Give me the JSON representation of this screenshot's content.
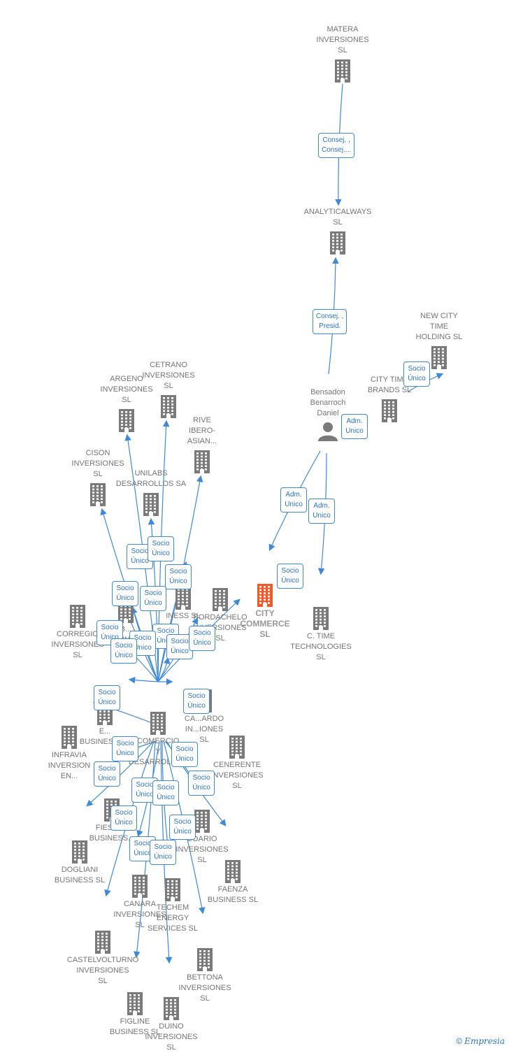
{
  "colors": {
    "edge": "#3f8ad8",
    "building": "#7a7a7a",
    "building_main": "#f05a28",
    "person": "#7a7a7a",
    "badge_border": "#3f8ad8"
  },
  "footer": {
    "copyright_symbol": "©",
    "brand": "Empresia"
  },
  "nodes": [
    {
      "id": "matera",
      "label": "MATERA\nINVERSIONES\nSL",
      "icon": "building-icon"
    },
    {
      "id": "analytical",
      "label": "ANALYTICALWAYS\nSL",
      "icon": "building-icon"
    },
    {
      "id": "newcity",
      "label": "NEW CITY\nTIME\nHOLDING  SL",
      "icon": "building-icon"
    },
    {
      "id": "citytime",
      "label": "CITY TIME\nBRANDS  SL",
      "icon": "building-icon"
    },
    {
      "id": "bensadon",
      "label": "Bensadon\nBenarroch\nDaniel",
      "icon": "person-icon"
    },
    {
      "id": "citycommerce",
      "label": "CITY\nCOMMERCE\nSL",
      "icon": "building-icon",
      "main": true
    },
    {
      "id": "ctime",
      "label": "C.  TIME\nTECHNOLOGIES\nSL",
      "icon": "building-icon"
    },
    {
      "id": "argeno",
      "label": "ARGENO\nINVERSIONES\nSL",
      "icon": "building-icon"
    },
    {
      "id": "cetrano",
      "label": "CETRANO\nINVERSIONES\nSL",
      "icon": "building-icon"
    },
    {
      "id": "rive",
      "label": "RIVE\nIBERO-\nASIAN...",
      "icon": "building-icon"
    },
    {
      "id": "cison",
      "label": "CISON\nINVERSIONES\nSL",
      "icon": "building-icon"
    },
    {
      "id": "unilabs",
      "label": "UNILABS\nDESARROLLOS SA",
      "icon": "building-icon"
    },
    {
      "id": "pordachelo",
      "label": "PORDACHELO\nINVERSIONES\nSL",
      "icon": "building-icon"
    },
    {
      "id": "corregio",
      "label": "CORREGIO\nINVERSIONES\nSL",
      "icon": "building-icon"
    },
    {
      "id": "comercio",
      "label": "COMERCIO\nY\nDESARROLLO...",
      "icon": "building-icon"
    },
    {
      "id": "infravia",
      "label": "INFRAVIA\nINVERSION\nEN...",
      "icon": "building-icon"
    },
    {
      "id": "cenerente",
      "label": "CENERENTE\nINVERSIONES\nSL",
      "icon": "building-icon"
    },
    {
      "id": "dogliani",
      "label": "DOGLIANI\nBUSINESS  SL",
      "icon": "building-icon"
    },
    {
      "id": "faenza",
      "label": "FAENZA\nBUSINESS  SL",
      "icon": "building-icon"
    },
    {
      "id": "castelvolturno",
      "label": "CASTELVOLTURNO\nINVERSIONES\nSL",
      "icon": "building-icon"
    },
    {
      "id": "bettona",
      "label": "BETTONA\nINVERSIONES\nSL",
      "icon": "building-icon"
    },
    {
      "id": "figline",
      "label": "FIGLINE\nBUSINESS  SL",
      "icon": "building-icon"
    },
    {
      "id": "duino",
      "label": "DUINO\nINVERSIONES\nSL",
      "icon": "building-icon"
    },
    {
      "id": "fiesole",
      "label": "FIESOLE\nBUSINESS...",
      "icon": "building-icon"
    },
    {
      "id": "boario",
      "label": "BOARIO\nINVERSIONES\nSL",
      "icon": "building-icon"
    },
    {
      "id": "canara",
      "label": "CANARA\nINVERSIONES\nSL",
      "icon": "building-icon"
    },
    {
      "id": "techem",
      "label": "TECHEM\nENERGY\nSERVICES  SL",
      "icon": "building-icon"
    },
    {
      "id": "cabernardo",
      "label": "CA...ARDO\nIN...IONES\nSL",
      "icon": "building-icon"
    },
    {
      "id": "ebusiness",
      "label": "E...\nBUSINESS  SL",
      "icon": "building-icon"
    },
    {
      "id": "ebusiness2",
      "label": "B...\nBUSINESS",
      "icon": "building-icon"
    },
    {
      "id": "inessl",
      "label": "INESS  SL",
      "icon": "building-icon"
    }
  ],
  "badges": [
    {
      "text": "Consej. ,\nConsej...."
    },
    {
      "text": "Consej. ,\nPresid."
    },
    {
      "text": "Socio\nÚnico"
    },
    {
      "text": "Adm.\nUnico"
    },
    {
      "text": "Adm.\nUnico"
    },
    {
      "text": "Adm.\nUnico"
    },
    {
      "text": "Socio\nÚnico"
    },
    {
      "text": "Socio\nÚnico"
    },
    {
      "text": "Socio\nÚnico"
    },
    {
      "text": "Socio\nÚnico"
    },
    {
      "text": "Socio\nÚnico"
    },
    {
      "text": "Socio\nÚnico"
    },
    {
      "text": "Socio\nÚnico"
    },
    {
      "text": "Socio\nÚnico"
    },
    {
      "text": "Socio\nÚnico"
    },
    {
      "text": "Socio\nÚnico"
    },
    {
      "text": "Socio\nÚnico"
    },
    {
      "text": "Socio\nÚnico"
    },
    {
      "text": "Socio\nÚnico"
    },
    {
      "text": "Socio\nÚnico"
    },
    {
      "text": "Socio\nÚnico"
    },
    {
      "text": "Socio\nÚnico"
    },
    {
      "text": "Socio\nÚnico"
    },
    {
      "text": "Socio\nÚnico"
    },
    {
      "text": "Socio\nÚnico"
    },
    {
      "text": "Socio\nÚnico"
    },
    {
      "text": "Socio\nÚnico"
    },
    {
      "text": "Socio\nÚnico"
    },
    {
      "text": "Socio\nÚnico"
    },
    {
      "text": "Socio\nÚnico"
    }
  ]
}
